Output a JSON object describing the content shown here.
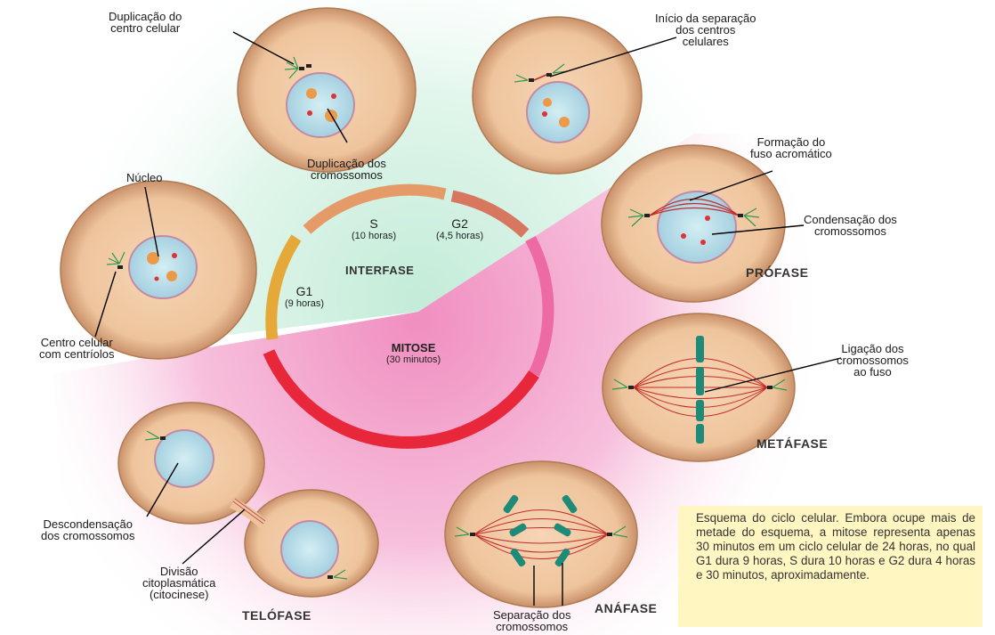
{
  "labels": {
    "dup_centro": [
      "Duplicação do",
      "centro celular"
    ],
    "inicio_separacao": [
      "Início da separação",
      "dos centros",
      "celulares"
    ],
    "dup_cromossomos": [
      "Duplicação dos",
      "cromossomos"
    ],
    "nucleo": "Núcleo",
    "centro_celular": [
      "Centro celular",
      "com centríolos"
    ],
    "formacao_fuso": [
      "Formação do",
      "fuso acromático"
    ],
    "condensacao": [
      "Condensação dos",
      "cromossomos"
    ],
    "ligacao": [
      "Ligação dos",
      "cromossomos",
      "ao fuso"
    ],
    "descondensacao": [
      "Descondensação",
      "dos cromossomos"
    ],
    "divisao": [
      "Divisão",
      "citoplasmática",
      "(citocinese)"
    ],
    "separacao": [
      "Separação dos",
      "cromossomos"
    ]
  },
  "phases": {
    "profase": "PRÓFASE",
    "metafase": "METÁFASE",
    "anafase": "ANÁFASE",
    "telofase": "TELÓFASE",
    "interfase": "INTERFASE"
  },
  "cycle": {
    "s": {
      "name": "S",
      "duration": "(10 horas)"
    },
    "g2": {
      "name": "G2",
      "duration": "(4,5 horas)"
    },
    "g1": {
      "name": "G1",
      "duration": "(9 horas)"
    },
    "mitose": {
      "name": "MITOSE",
      "duration": "(30 minutos)"
    }
  },
  "caption": "Esquema do ciclo celular. Embora ocupe mais de metade do esquema, a mitose representa apenas 30 minutos em um ciclo celular de 24 horas, no qual G1 dura 9 horas, S dura 10 horas e G2 dura 4 horas e 30 minutos, aproximadamente.",
  "colors": {
    "cell": "#f0c9a3",
    "cell_edge": "#b07a52",
    "nucleus": "#b9dde8",
    "nucleolus": "#ec9a48",
    "spindle": "#c22b2b",
    "chromosome": "#1e8a78",
    "arc_g1": "#e5a93a",
    "arc_s": "#e59b68",
    "arc_g2": "#d8775f",
    "arc_mitose": "#e8283a",
    "arc_pink": "#ee6aa4",
    "interfase_bg": "#d7f2e4",
    "mitose_bg": "#f7b8d6",
    "caption_bg": "#fff6c2"
  }
}
